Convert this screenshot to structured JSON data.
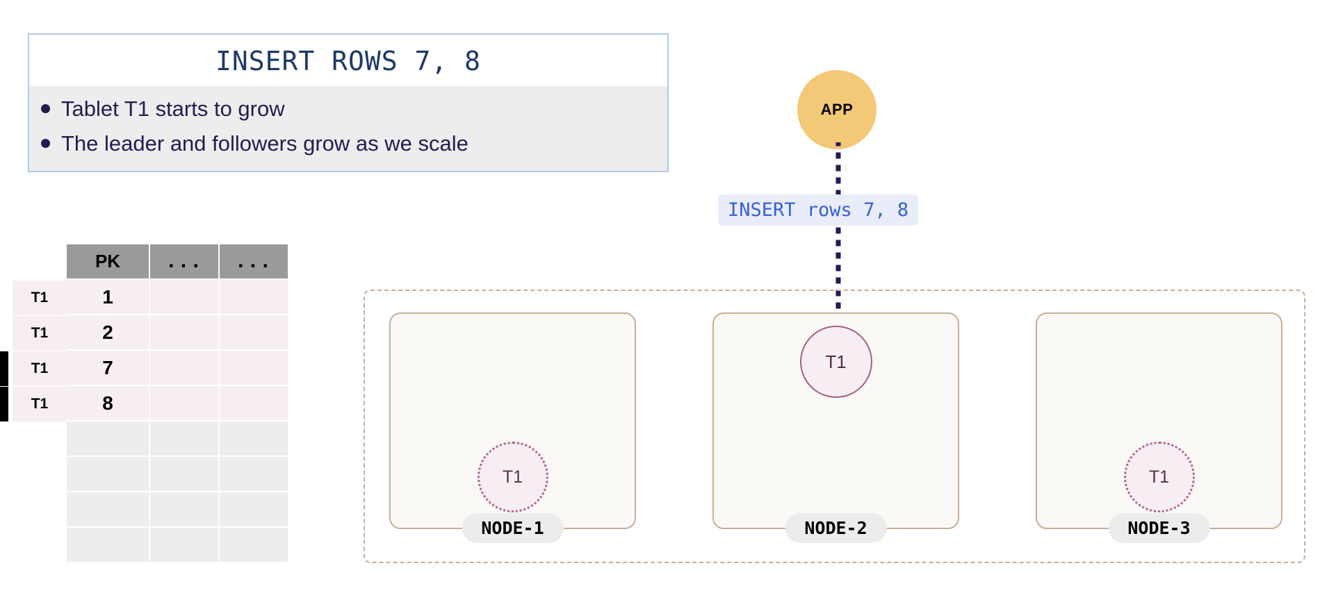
{
  "caption": {
    "title": "INSERT ROWS 7, 8",
    "bullets": [
      "Tablet T1 starts to grow",
      "The leader and followers grow as we scale"
    ]
  },
  "table": {
    "headers": [
      "PK",
      "...",
      "..."
    ],
    "tablet_label_column": [
      "T1",
      "T1",
      "T1",
      "T1"
    ],
    "rows": [
      {
        "pk": "1",
        "tablet": "T1",
        "marked": false
      },
      {
        "pk": "2",
        "tablet": "T1",
        "marked": false
      },
      {
        "pk": "7",
        "tablet": "T1",
        "marked": true
      },
      {
        "pk": "8",
        "tablet": "T1",
        "marked": true
      }
    ],
    "empty_row_count": 4
  },
  "app": {
    "label": "APP"
  },
  "request": {
    "label": "INSERT rows 7, 8"
  },
  "cluster": {
    "nodes": [
      {
        "name": "NODE-1",
        "tablets": [
          {
            "label": "T1",
            "role": "follower"
          }
        ]
      },
      {
        "name": "NODE-2",
        "tablets": [
          {
            "label": "T1",
            "role": "leader"
          }
        ]
      },
      {
        "name": "NODE-3",
        "tablets": [
          {
            "label": "T1",
            "role": "follower"
          }
        ]
      }
    ]
  },
  "colors": {
    "caption_border": "#aecbe8",
    "caption_body_bg": "#ededed",
    "caption_text": "#241b52",
    "caption_title_text": "#1d3a66",
    "table_header_bg": "#9a9a9a",
    "table_data_bg": "#f6eef1",
    "table_empty_bg": "#ededed",
    "row_marker": "#000000",
    "app_fill": "#f3c877",
    "request_label_bg": "#e8edf9",
    "request_label_text": "#3760d6",
    "arrow": "#241b52",
    "cluster_border": "#c8ad96",
    "node_bg": "#fbf9f6",
    "node_label_bg": "#ececec",
    "tablet_fill": "#f6eef3",
    "tablet_leader_border": "#a25f84",
    "tablet_follower_border": "#b0628f",
    "tablet_text": "#533241"
  }
}
